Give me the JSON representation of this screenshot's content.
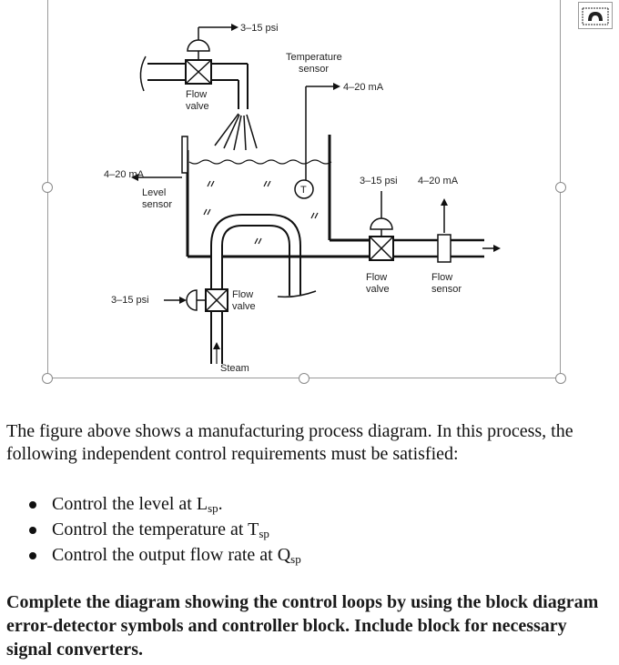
{
  "diagram": {
    "labels": {
      "top_signal": "3–15 psi",
      "flow_valve_top_line1": "Flow",
      "flow_valve_top_line2": "valve",
      "temp_sensor_line1": "Temperature",
      "temp_sensor_line2": "sensor",
      "temp_signal": "4–20 mA",
      "level_signal": "4–20 mA",
      "level_sensor_line1": "Level",
      "level_sensor_line2": "sensor",
      "temp_symbol": "T",
      "right_valve_signal": "3–15 psi",
      "flow_sensor_signal": "4–20 mA",
      "right_valve_line1": "Flow",
      "right_valve_line2": "valve",
      "flow_sensor_line1": "Flow",
      "flow_sensor_line2": "sensor",
      "steam_valve_signal": "3–15 psi",
      "steam_valve_line1": "Flow",
      "steam_valve_line2": "valve",
      "steam": "Steam"
    }
  },
  "text": {
    "intro": "The figure above shows a manufacturing process diagram.  In this process, the following independent control requirements must be satisfied:",
    "requirements": [
      {
        "text": "Control the level at L",
        "sub": "sp",
        "suffix": "."
      },
      {
        "text": "Control the temperature at T",
        "sub": "sp",
        "suffix": ""
      },
      {
        "text": "Control the output flow rate at Q",
        "sub": "sp",
        "suffix": ""
      }
    ],
    "task": "Complete the diagram showing the control loops by using the block diagram error-detector symbols and controller block.  Include block for necessary signal converters."
  },
  "icons": {
    "layout_options": "layout-options-icon"
  },
  "colors": {
    "frame": "#9a9a9a",
    "ink": "#111111"
  }
}
